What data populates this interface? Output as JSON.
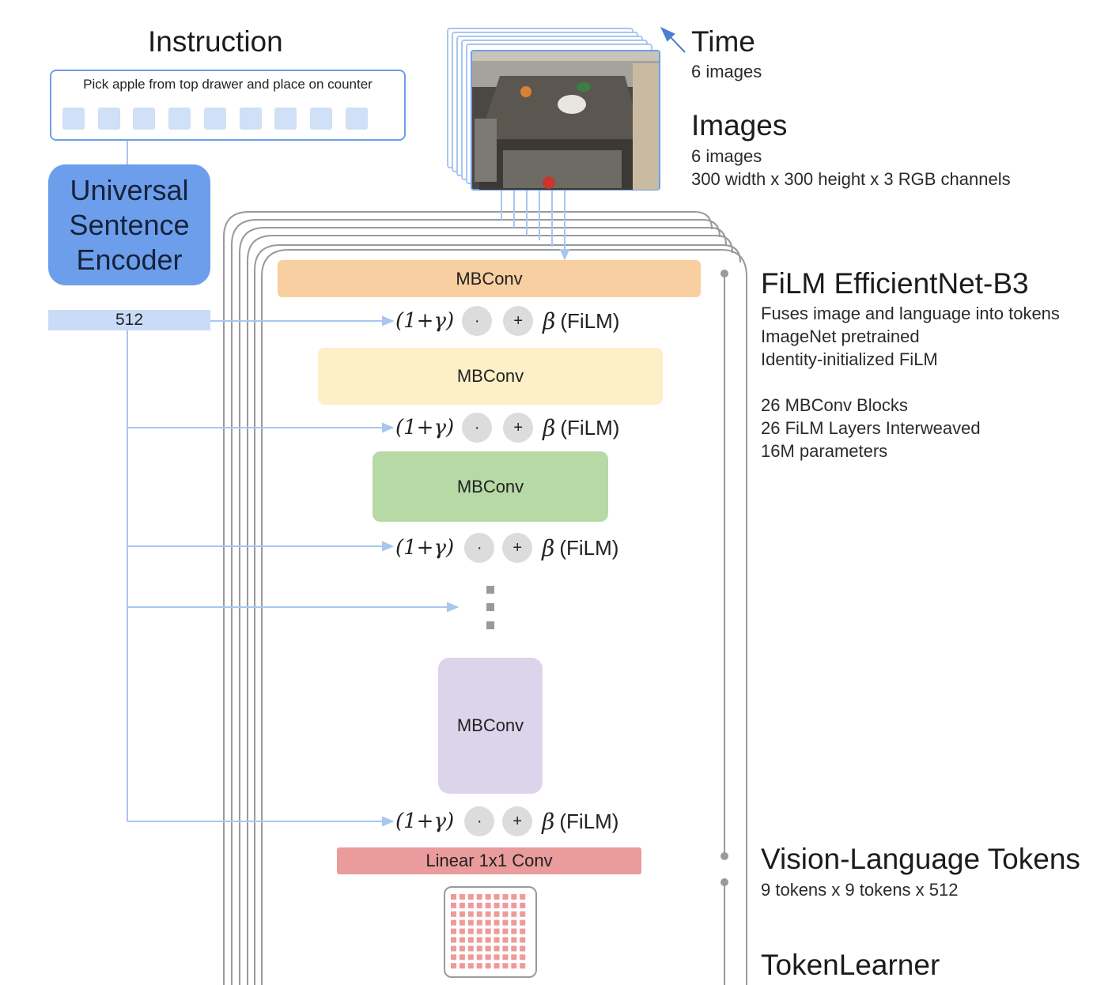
{
  "instruction": {
    "title": "Instruction",
    "text": "Pick apple from top drawer and place on counter",
    "token_count": 9
  },
  "encoder": {
    "label_lines": [
      "Universal",
      "Sentence",
      "Encoder"
    ],
    "embedding_dim": "512"
  },
  "time": {
    "title": "Time",
    "subtitle": "6 images"
  },
  "images": {
    "title": "Images",
    "lines": [
      "6 images",
      "300 width x 300 height x 3 RGB channels"
    ],
    "stack_count": 6
  },
  "efficientnet": {
    "title": "FiLM EfficientNet-B3",
    "lines": [
      "Fuses image and language into tokens",
      "ImageNet pretrained",
      "Identity-initialized FiLM",
      "",
      "26 MBConv Blocks",
      "26 FiLM Layers Interweaved",
      "16M parameters"
    ]
  },
  "blocks": {
    "mbconv_label": "MBConv",
    "linear_label": "Linear 1x1 Conv"
  },
  "film": {
    "gamma_text": "(1+γ)",
    "mult_symbol": "·",
    "add_symbol": "+",
    "beta_text": "β",
    "label": "(FiLM)"
  },
  "vl_tokens": {
    "title": "Vision-Language Tokens",
    "subtitle": "9 tokens x 9 tokens x 512",
    "grid_size": 9
  },
  "tokenlearner": {
    "title": "TokenLearner"
  },
  "colors": {
    "mbconv1": "#f8cfa0",
    "mbconv2": "#fdf0c8",
    "mbconv3": "#b6d9a6",
    "mbconv4": "#dcd4ea",
    "linear": "#ea9b9b",
    "token": "#ef9a9a",
    "connector": "#a9c6ef",
    "encoder": "#6d9eeb"
  }
}
